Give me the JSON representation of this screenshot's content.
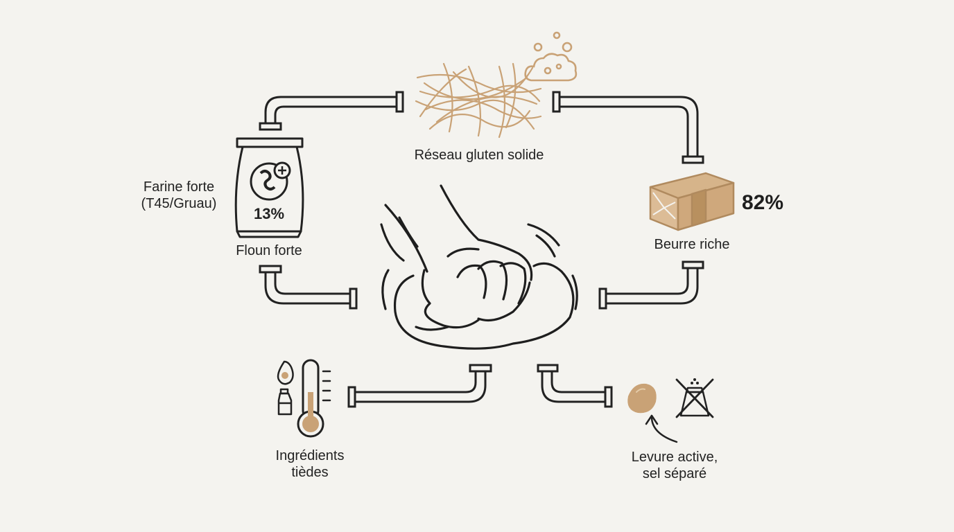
{
  "labels": {
    "farine_line1": "Farine forte",
    "farine_line2": "(T45/Gruau)",
    "protein_pct": "13%",
    "floun": "Floun forte",
    "gluten": "Réseau gluten solide",
    "butter_pct": "82%",
    "butter": "Beurre riche",
    "temp_line1": "Ingrédients",
    "temp_line2": "tièdes",
    "yeast_line1": "Levure active,",
    "yeast_line2": "sel séparé"
  },
  "icons": {
    "flour": "flour-bag-icon",
    "gluten": "gluten-strands-icon",
    "bubbles": "fermentation-bubbles-icon",
    "butter": "butter-block-icon",
    "kneading": "kneading-hand-dough-icon",
    "thermometer": "thermometer-icon",
    "egg_small": "egg-icon",
    "milk": "milk-bottle-icon",
    "yeast": "yeast-egg-icon",
    "no_salt": "no-salt-shaker-icon"
  },
  "colors": {
    "background": "#f4f3ef",
    "line": "#222222",
    "accent": "#c9a276",
    "accent_dark": "#b08a5e"
  }
}
